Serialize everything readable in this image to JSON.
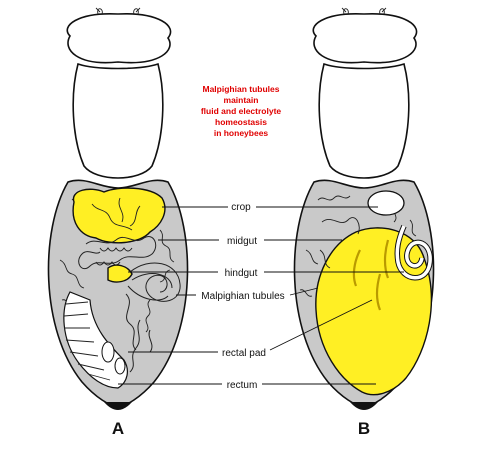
{
  "title": {
    "lines": [
      "Malpighian tubules",
      "maintain",
      "fluid and electrolyte",
      "homeostasis",
      "in honeybees"
    ],
    "color": "#e00000"
  },
  "labels": {
    "crop": "crop",
    "midgut": "midgut",
    "hindgut": "hindgut",
    "malpighian": "Malpighian tubules",
    "rectal_pad": "rectal pad",
    "rectum": "rectum"
  },
  "panels": {
    "a": "A",
    "b": "B"
  },
  "colors": {
    "organ": "#ffef24",
    "abdomen": "#c9c9c9",
    "outline": "#111111"
  }
}
